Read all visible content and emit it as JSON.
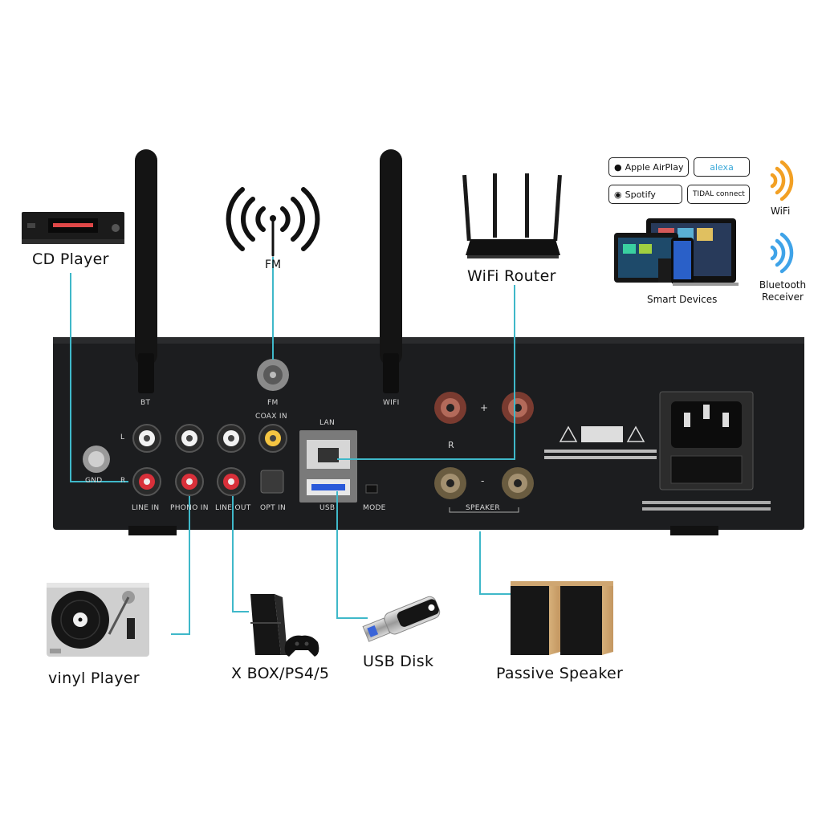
{
  "devices": {
    "cd_player": "CD Player",
    "fm": "FM",
    "wifi_router": "WiFi Router",
    "smart_devices": "Smart Devices",
    "wifi": "WiFi",
    "bluetooth_receiver": "Bluetooth Receiver",
    "vinyl_player": "vinyl Player",
    "game_console": "X BOX/PS4/5",
    "usb_disk": "USB Disk",
    "passive_speaker": "Passive Speaker"
  },
  "badges": {
    "airplay": "Apple AirPlay",
    "alexa": "alexa",
    "spotify": "Spotify",
    "tidal": "TIDAL connect"
  },
  "panel_labels": {
    "bt": "BT",
    "fm": "FM",
    "wifi": "WIFI",
    "coax_in": "COAX IN",
    "lan": "LAN",
    "usb": "USB",
    "mode": "MODE",
    "gnd": "GND",
    "line_in": "LINE IN",
    "phono_in": "PHONO IN",
    "line_out": "LINE OUT",
    "opt_in": "OPT IN",
    "speaker": "SPEAKER",
    "r": "R",
    "l": "L",
    "plus": "+",
    "minus": "-"
  },
  "colors": {
    "connector_line": "#3fb8c9",
    "panel": "#1c1d1f",
    "wifi_waves": "#f2a024",
    "bt_waves": "#3fa3e8"
  }
}
